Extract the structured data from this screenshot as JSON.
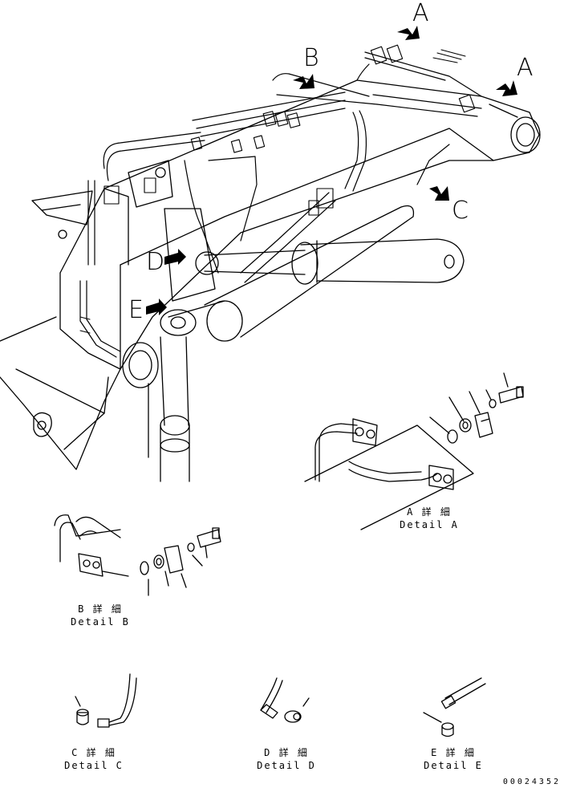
{
  "callouts": {
    "a_top": "A",
    "a_right": "A",
    "b": "B",
    "c": "C",
    "d": "D",
    "e": "E"
  },
  "details": {
    "a": {
      "jp": "A 詳 細",
      "en": "Detail A"
    },
    "b": {
      "jp": "B 詳 細",
      "en": "Detail B"
    },
    "c": {
      "jp": "C 詳 細",
      "en": "Detail C"
    },
    "d": {
      "jp": "D 詳 細",
      "en": "Detail D"
    },
    "e": {
      "jp": "E 詳 細",
      "en": "Detail E"
    }
  },
  "drawing_number": "00024352"
}
